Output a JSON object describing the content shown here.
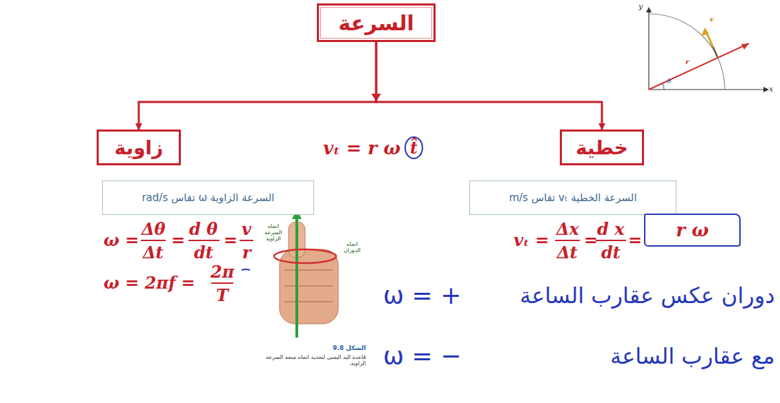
{
  "diagram": {
    "nodes": [
      {
        "text": [
          "السرعة"
        ]
      },
      {
        "text": [
          "زاوية"
        ]
      },
      {
        "text": [
          "خطية"
        ]
      },
      {
        "text": [
          "السرعة الزاوية ω تقاس rad/s"
        ]
      },
      {
        "text": [
          "السرعة الخطية vₜ تقاس m/s"
        ]
      },
      {
        "text": [
          "r ω"
        ]
      }
    ],
    "edges": [
      {
        "from": 0,
        "to": 1,
        "arrow": "to"
      },
      {
        "from": 0,
        "to": 2,
        "arrow": "to"
      }
    ],
    "labels": [
      "vₜ =  r ω",
      "t̂",
      "ω =",
      "Δθ",
      "Δt",
      "=",
      "d θ",
      "dt",
      "=",
      "v",
      "r",
      "ω = 2πf =",
      "2π",
      "T",
      "vₜ =",
      "Δx",
      "Δt",
      "=",
      "d x",
      "dt",
      "=",
      "ω = +",
      "دوران عكس عقارب الساعة",
      "ω = −",
      "مع عقارب الساعة",
      "اتجاه السرعة الزاوية",
      "اتجاه الدوران",
      "الشكل 9.8",
      "قاعدة اليد اليمنى لتحديد اتجاه متجه السرعة الزاوية.",
      "y",
      "x",
      "θ",
      "r",
      "v"
    ]
  }
}
